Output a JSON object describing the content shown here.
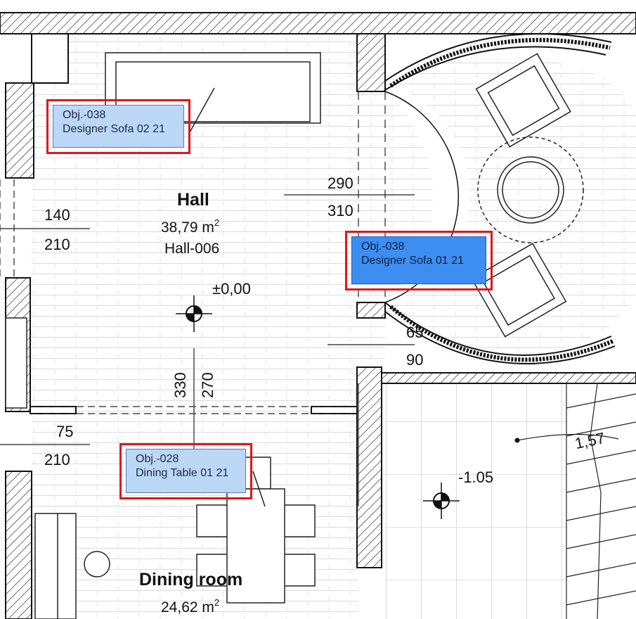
{
  "rooms": [
    {
      "name": "Hall",
      "area": "38,79 m",
      "unit_sup": "2",
      "code": "Hall-006"
    },
    {
      "name": "Dining room",
      "area": "24,62 m",
      "unit_sup": "2"
    }
  ],
  "levels": {
    "hall": "±0,00",
    "lower": "-1.05"
  },
  "slope": "1,57",
  "dimensions": {
    "d140": "140",
    "d210a": "210",
    "d290": "290",
    "d310": "310",
    "d65": "65",
    "d90": "90",
    "d330": "330",
    "d270": "270",
    "d75": "75",
    "d210b": "210"
  },
  "object_tags": [
    {
      "id": "Obj.-038",
      "name": "Designer Sofa 02 21",
      "selected": false
    },
    {
      "id": "Obj.-038",
      "name": "Designer Sofa 01 21",
      "selected": true
    },
    {
      "id": "Obj.-028",
      "name": "Dining Table 01 21",
      "selected": false
    }
  ],
  "colors": {
    "tag_highlight": "#e0161b",
    "tag_fill": "#bcd6f6",
    "tag_fill_active": "#3d8ef0",
    "wall": "#111111"
  }
}
